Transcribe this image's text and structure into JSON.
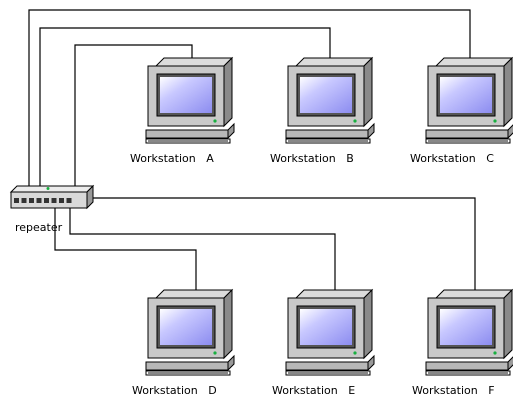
{
  "colors": {
    "background": "#ffffff",
    "wire": "#000000",
    "monitor_body": "#c9c9c9",
    "monitor_dark": "#8a8a8a",
    "screen": "#aaaaf0",
    "repeater_body": "#d9d9d9"
  },
  "repeater": {
    "label": "repeater",
    "icon": "repeater-hub-icon"
  },
  "workstations": [
    {
      "id": "A",
      "label": "Workstation   A",
      "icon": "computer-icon"
    },
    {
      "id": "B",
      "label": "Workstation   B",
      "icon": "computer-icon"
    },
    {
      "id": "C",
      "label": "Workstation   C",
      "icon": "computer-icon"
    },
    {
      "id": "D",
      "label": "Workstation   D",
      "icon": "computer-icon"
    },
    {
      "id": "E",
      "label": "Workstation   E",
      "icon": "computer-icon"
    },
    {
      "id": "F",
      "label": "Workstation   F",
      "icon": "computer-icon"
    }
  ]
}
